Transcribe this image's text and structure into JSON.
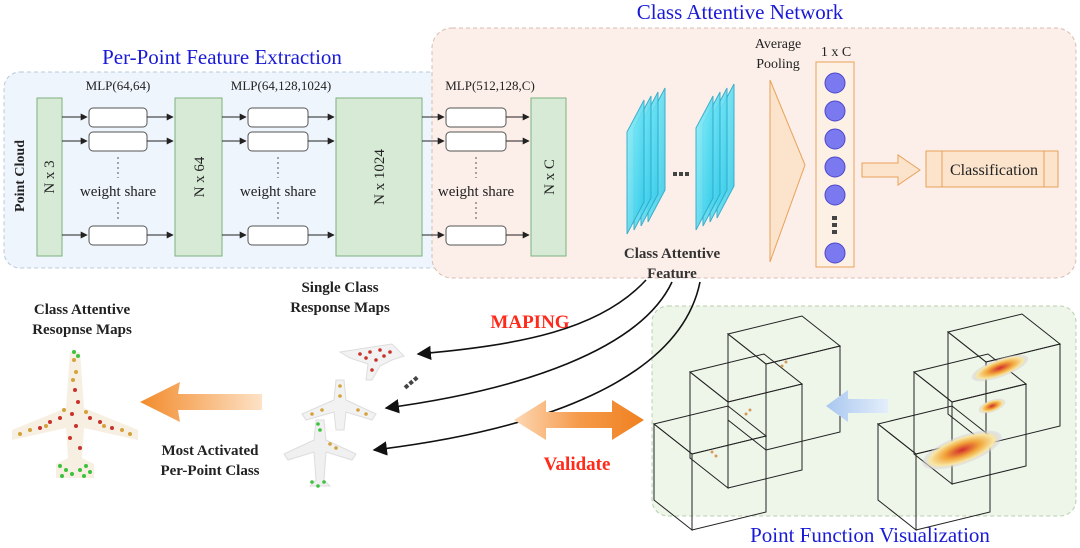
{
  "sections": {
    "pfe_title": "Per-Point Feature Extraction",
    "can_title": "Class Attentive Network",
    "pfv_title": "Point Function Visualization"
  },
  "pfe": {
    "point_cloud": "Point Cloud",
    "n3": "N x 3",
    "n64": "N x 64",
    "n1024": "N x 1024",
    "nc": "N x C",
    "mlp1": "MLP(64,64)",
    "mlp2": "MLP(64,128,1024)",
    "mlp3": "MLP(512,128,C)",
    "weight_share": "weight share"
  },
  "can": {
    "avg_pool_line1": "Average",
    "avg_pool_line2": "Pooling",
    "one_by_c": "1 x C",
    "classification": "Classification",
    "caf_line1": "Class Attentive",
    "caf_line2": "Feature"
  },
  "bottom": {
    "single_line1": "Single Class",
    "single_line2": "Response Maps",
    "carm_line1": "Class Attentive",
    "carm_line2": "Resopnse Maps",
    "most_line1": "Most Activated",
    "most_line2": "Per-Point Class",
    "maping": "MAPING",
    "validate": "Validate"
  },
  "colors": {
    "title_blue": "#1a1ad6",
    "red_label": "#ff2a1a",
    "green_box": "#d6ead6",
    "green_stroke": "#7fb07f",
    "pfe_bg": "#eef5fc",
    "can_bg": "#fcefe9",
    "pfv_bg": "#eef5e9",
    "circle_fill": "#7b79f0",
    "pool_fill": "#fbe3cc",
    "pool_stroke": "#e9a25a"
  }
}
